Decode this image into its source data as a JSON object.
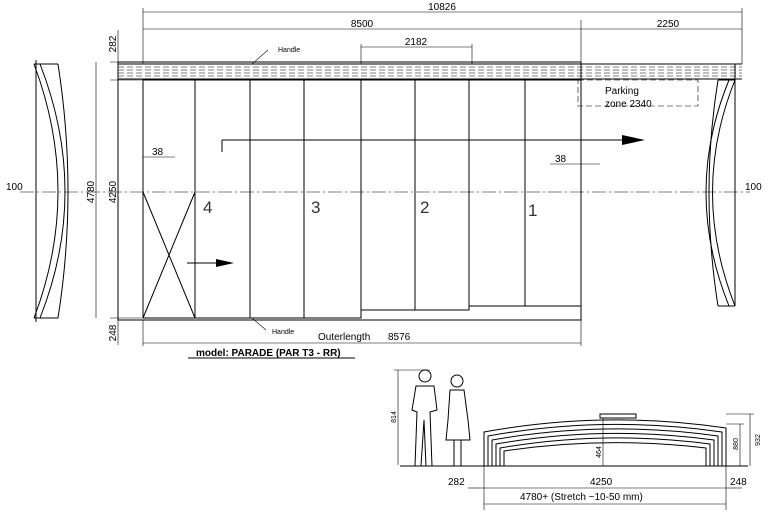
{
  "dimensions": {
    "total_length": "10826",
    "length_8500": "8500",
    "parking_length": "2250",
    "seg_2182": "2182",
    "top_282": "282",
    "total_height": "4780",
    "inner_4250": "4250",
    "bottom_248": "248",
    "gap_left_38": "38",
    "gap_right_38": "38",
    "side_left_100": "100",
    "side_right_100": "100",
    "outerlength_label": "Outerlength",
    "outerlength_value": "8576"
  },
  "labels": {
    "handle_top": "Handle",
    "handle_bottom": "Handle",
    "parking_line1": "Parking",
    "parking_line2": "zone  2340",
    "model": "model: PARADE  (PAR T3 - RR)"
  },
  "sections": [
    "4",
    "3",
    "2",
    "1"
  ],
  "elevation": {
    "person_height": "814",
    "inner_height": "464",
    "height_880": "880",
    "height_932": "932",
    "left_282": "282",
    "width_4250": "4250",
    "right_248": "248",
    "stretch": "4780+ (Stretch ~10-50 mm)"
  }
}
